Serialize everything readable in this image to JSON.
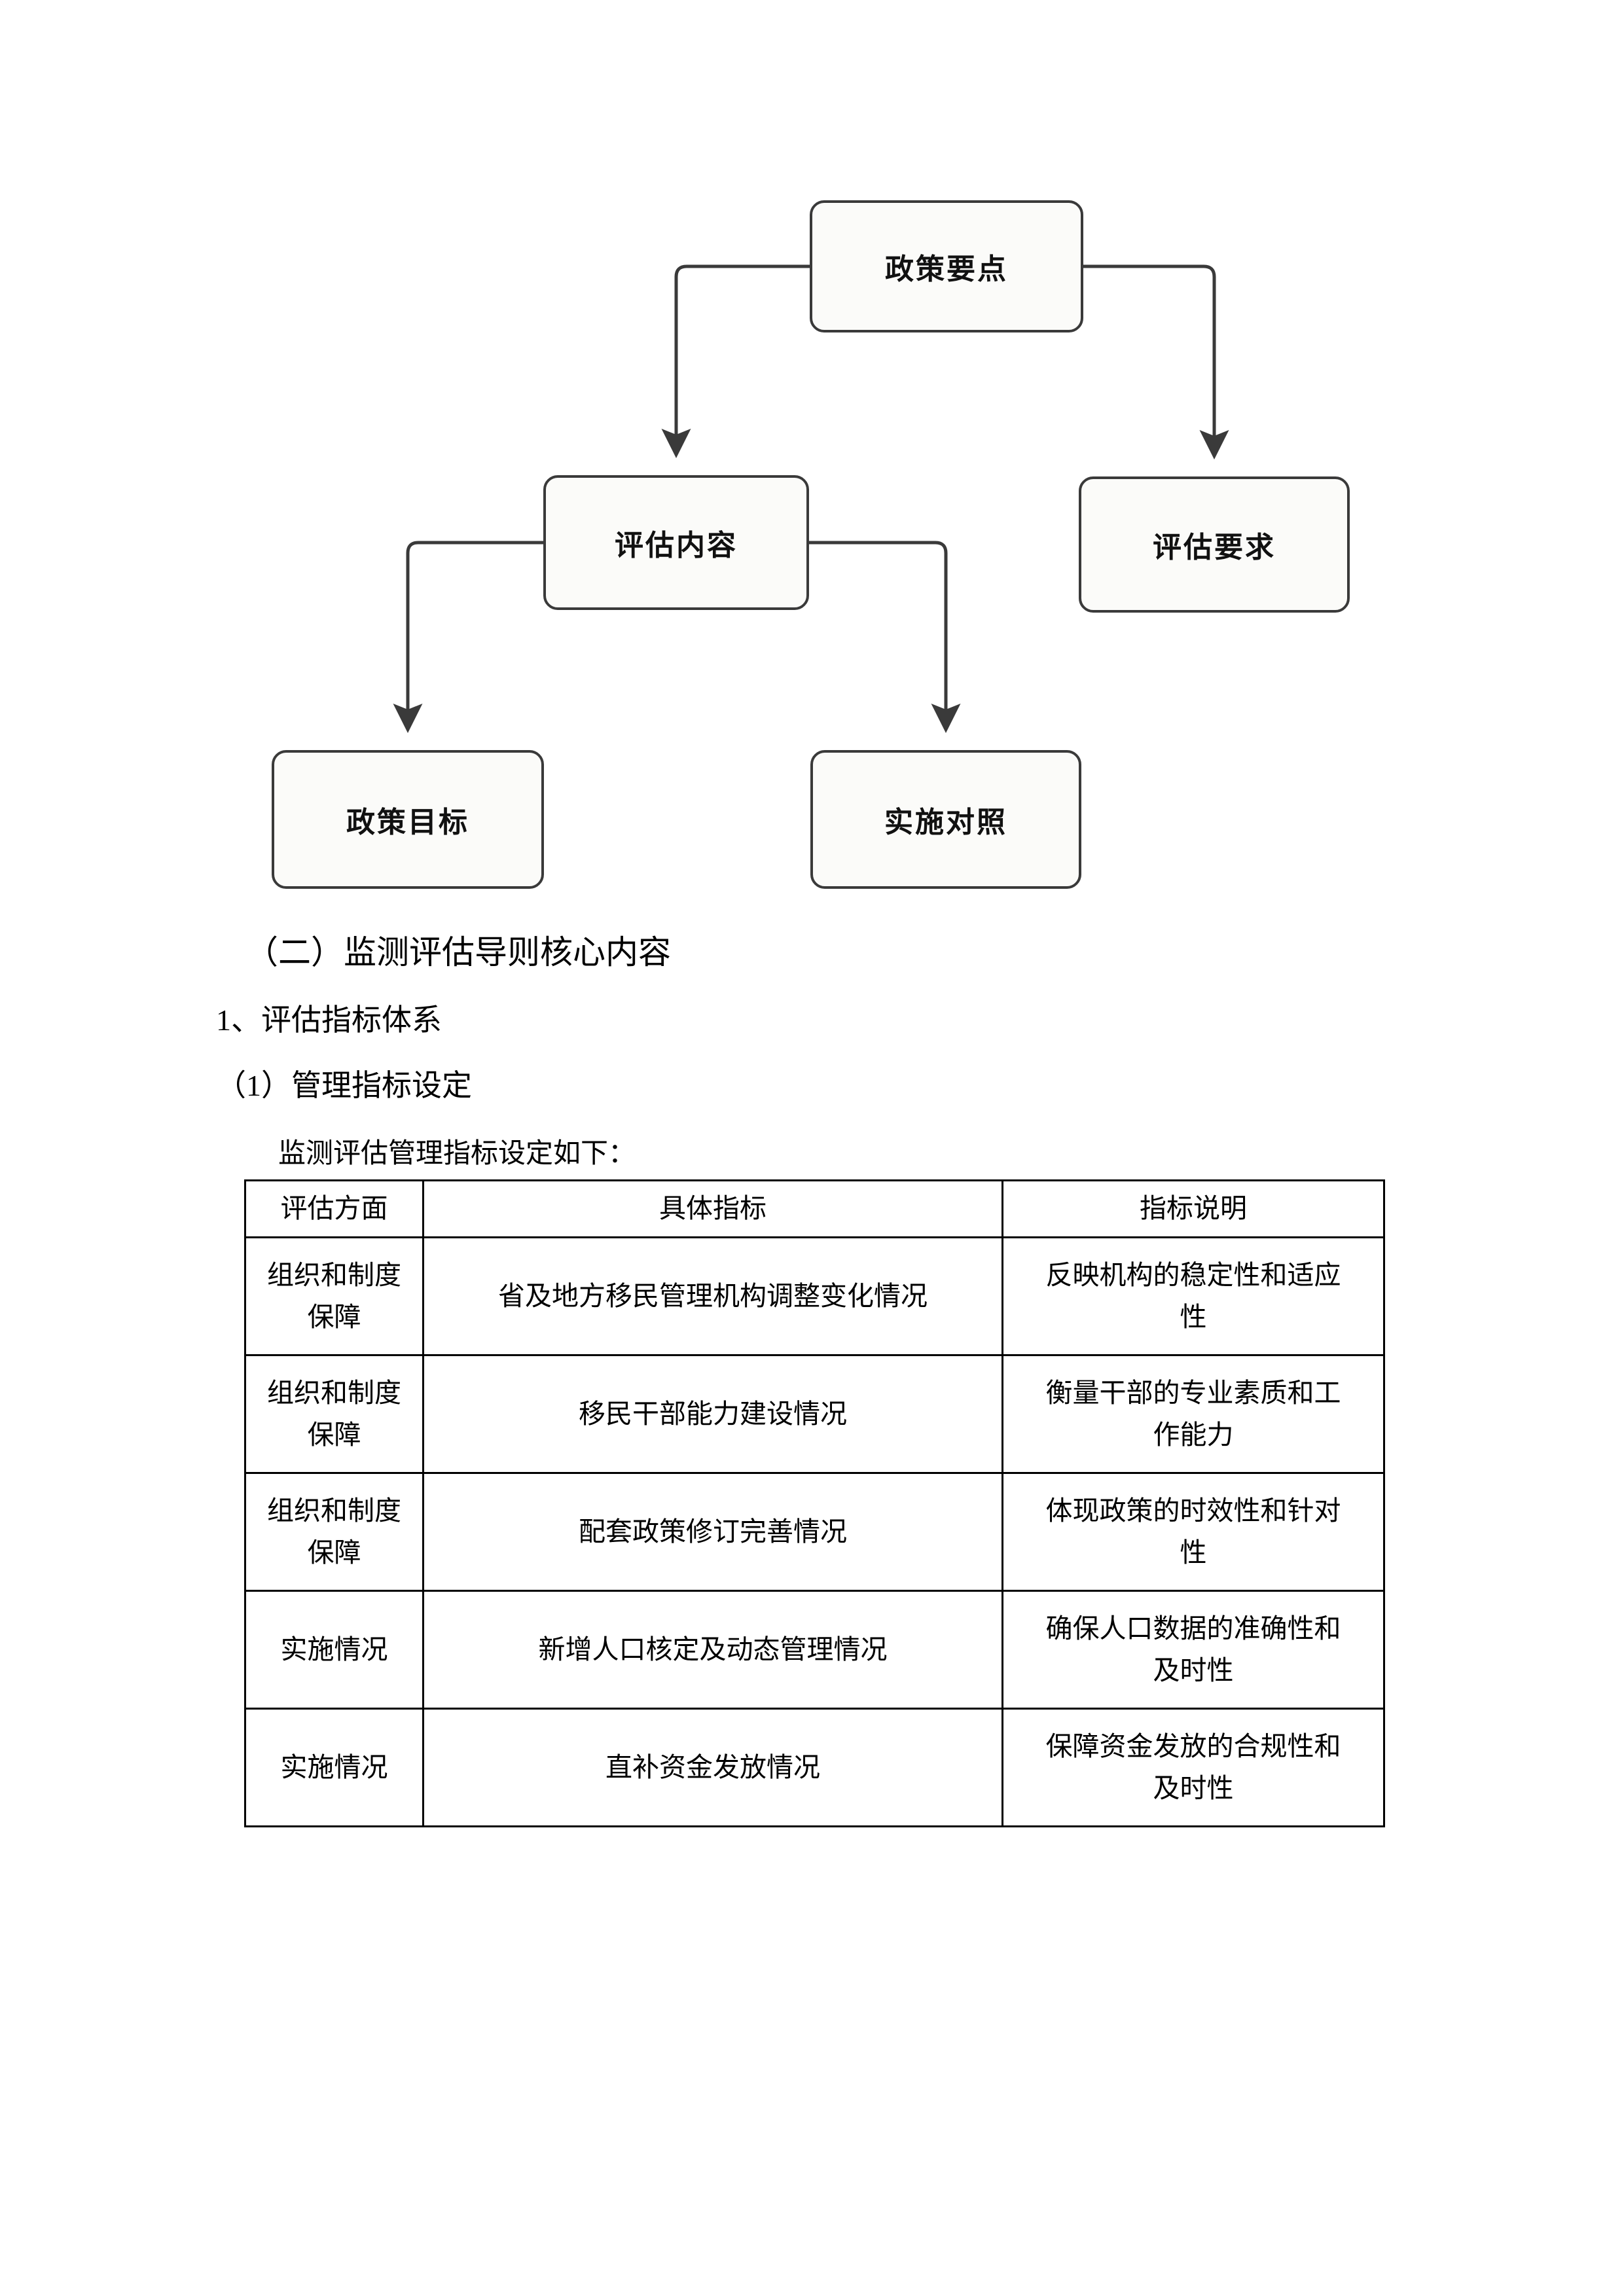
{
  "diagram": {
    "nodes": [
      {
        "id": "policy-points",
        "label": "政策要点"
      },
      {
        "id": "eval-content",
        "label": "评估内容"
      },
      {
        "id": "eval-req",
        "label": "评估要求"
      },
      {
        "id": "policy-goal",
        "label": "政策目标"
      },
      {
        "id": "impl-compare",
        "label": "实施对照"
      }
    ],
    "edges": [
      {
        "from": "policy-points",
        "to": "eval-content"
      },
      {
        "from": "policy-points",
        "to": "eval-req"
      },
      {
        "from": "eval-content",
        "to": "policy-goal"
      },
      {
        "from": "eval-content",
        "to": "impl-compare"
      }
    ],
    "stroke_color": "#3a3a3a",
    "node_fill": "#fbfbf9"
  },
  "body": {
    "heading": "（二）监测评估导则核心内容",
    "sub_numbered": "1、评估指标体系",
    "sub_paren": "（1）管理指标设定",
    "lead_in": "监测评估管理指标设定如下："
  },
  "table": {
    "headers": [
      "评估方面",
      "具体指标",
      "指标说明"
    ],
    "rows": [
      {
        "aspect": "组织和制度\n保障",
        "metric": "省及地方移民管理机构调整变化情况",
        "description": "反映机构的稳定性和适应\n性"
      },
      {
        "aspect": "组织和制度\n保障",
        "metric": "移民干部能力建设情况",
        "description": "衡量干部的专业素质和工\n作能力"
      },
      {
        "aspect": "组织和制度\n保障",
        "metric": "配套政策修订完善情况",
        "description": "体现政策的时效性和针对\n性"
      },
      {
        "aspect": "实施情况",
        "metric": "新增人口核定及动态管理情况",
        "description": "确保人口数据的准确性和\n及时性"
      },
      {
        "aspect": "实施情况",
        "metric": "直补资金发放情况",
        "description": "保障资金发放的合规性和\n及时性"
      }
    ]
  }
}
